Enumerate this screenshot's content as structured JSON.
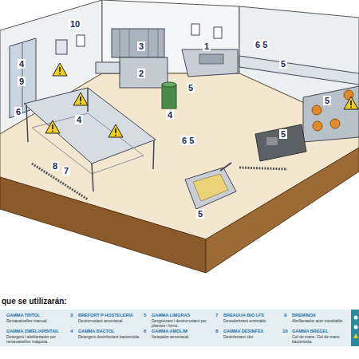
{
  "diagram": {
    "labels": [
      "10",
      "3",
      "1",
      "6 5",
      "4",
      "9",
      "2",
      "5",
      "5",
      "6",
      "4",
      "4",
      "5",
      "6 5",
      "5",
      "8",
      "7",
      "5",
      "que se utilizarán:",
      "GAMMA TRITOL",
      "Rentavaixelles manual.",
      "GAMMA ZIMEL/ARBITAIL",
      "Detergent i abrillantador per rentavaixelles màquina.",
      "3",
      "BREFORT P HOSTELERIA",
      "Desincrustant amoníacal.",
      "4",
      "GAMMA BACTOL",
      "Detergent desinfectant bactericida.",
      "5",
      "GAMMA LIMGRAS",
      "Desgreixant i desincrustant per planxes i forns.",
      "6",
      "GAMMA AMOLIM",
      "Netejador amoniacal.",
      "7",
      "BREAGUA BIO LFS",
      "Desodoritzant enzimàtic.",
      "8",
      "GAMMA DESINFEX",
      "Desinfectant clor.",
      "9",
      "BREMINOX",
      "Abrillantador acer inoxidable.",
      "10",
      "GAMMA BREGEL",
      "Gel de mans. Gel de mans bactericida."
    ]
  }
}
